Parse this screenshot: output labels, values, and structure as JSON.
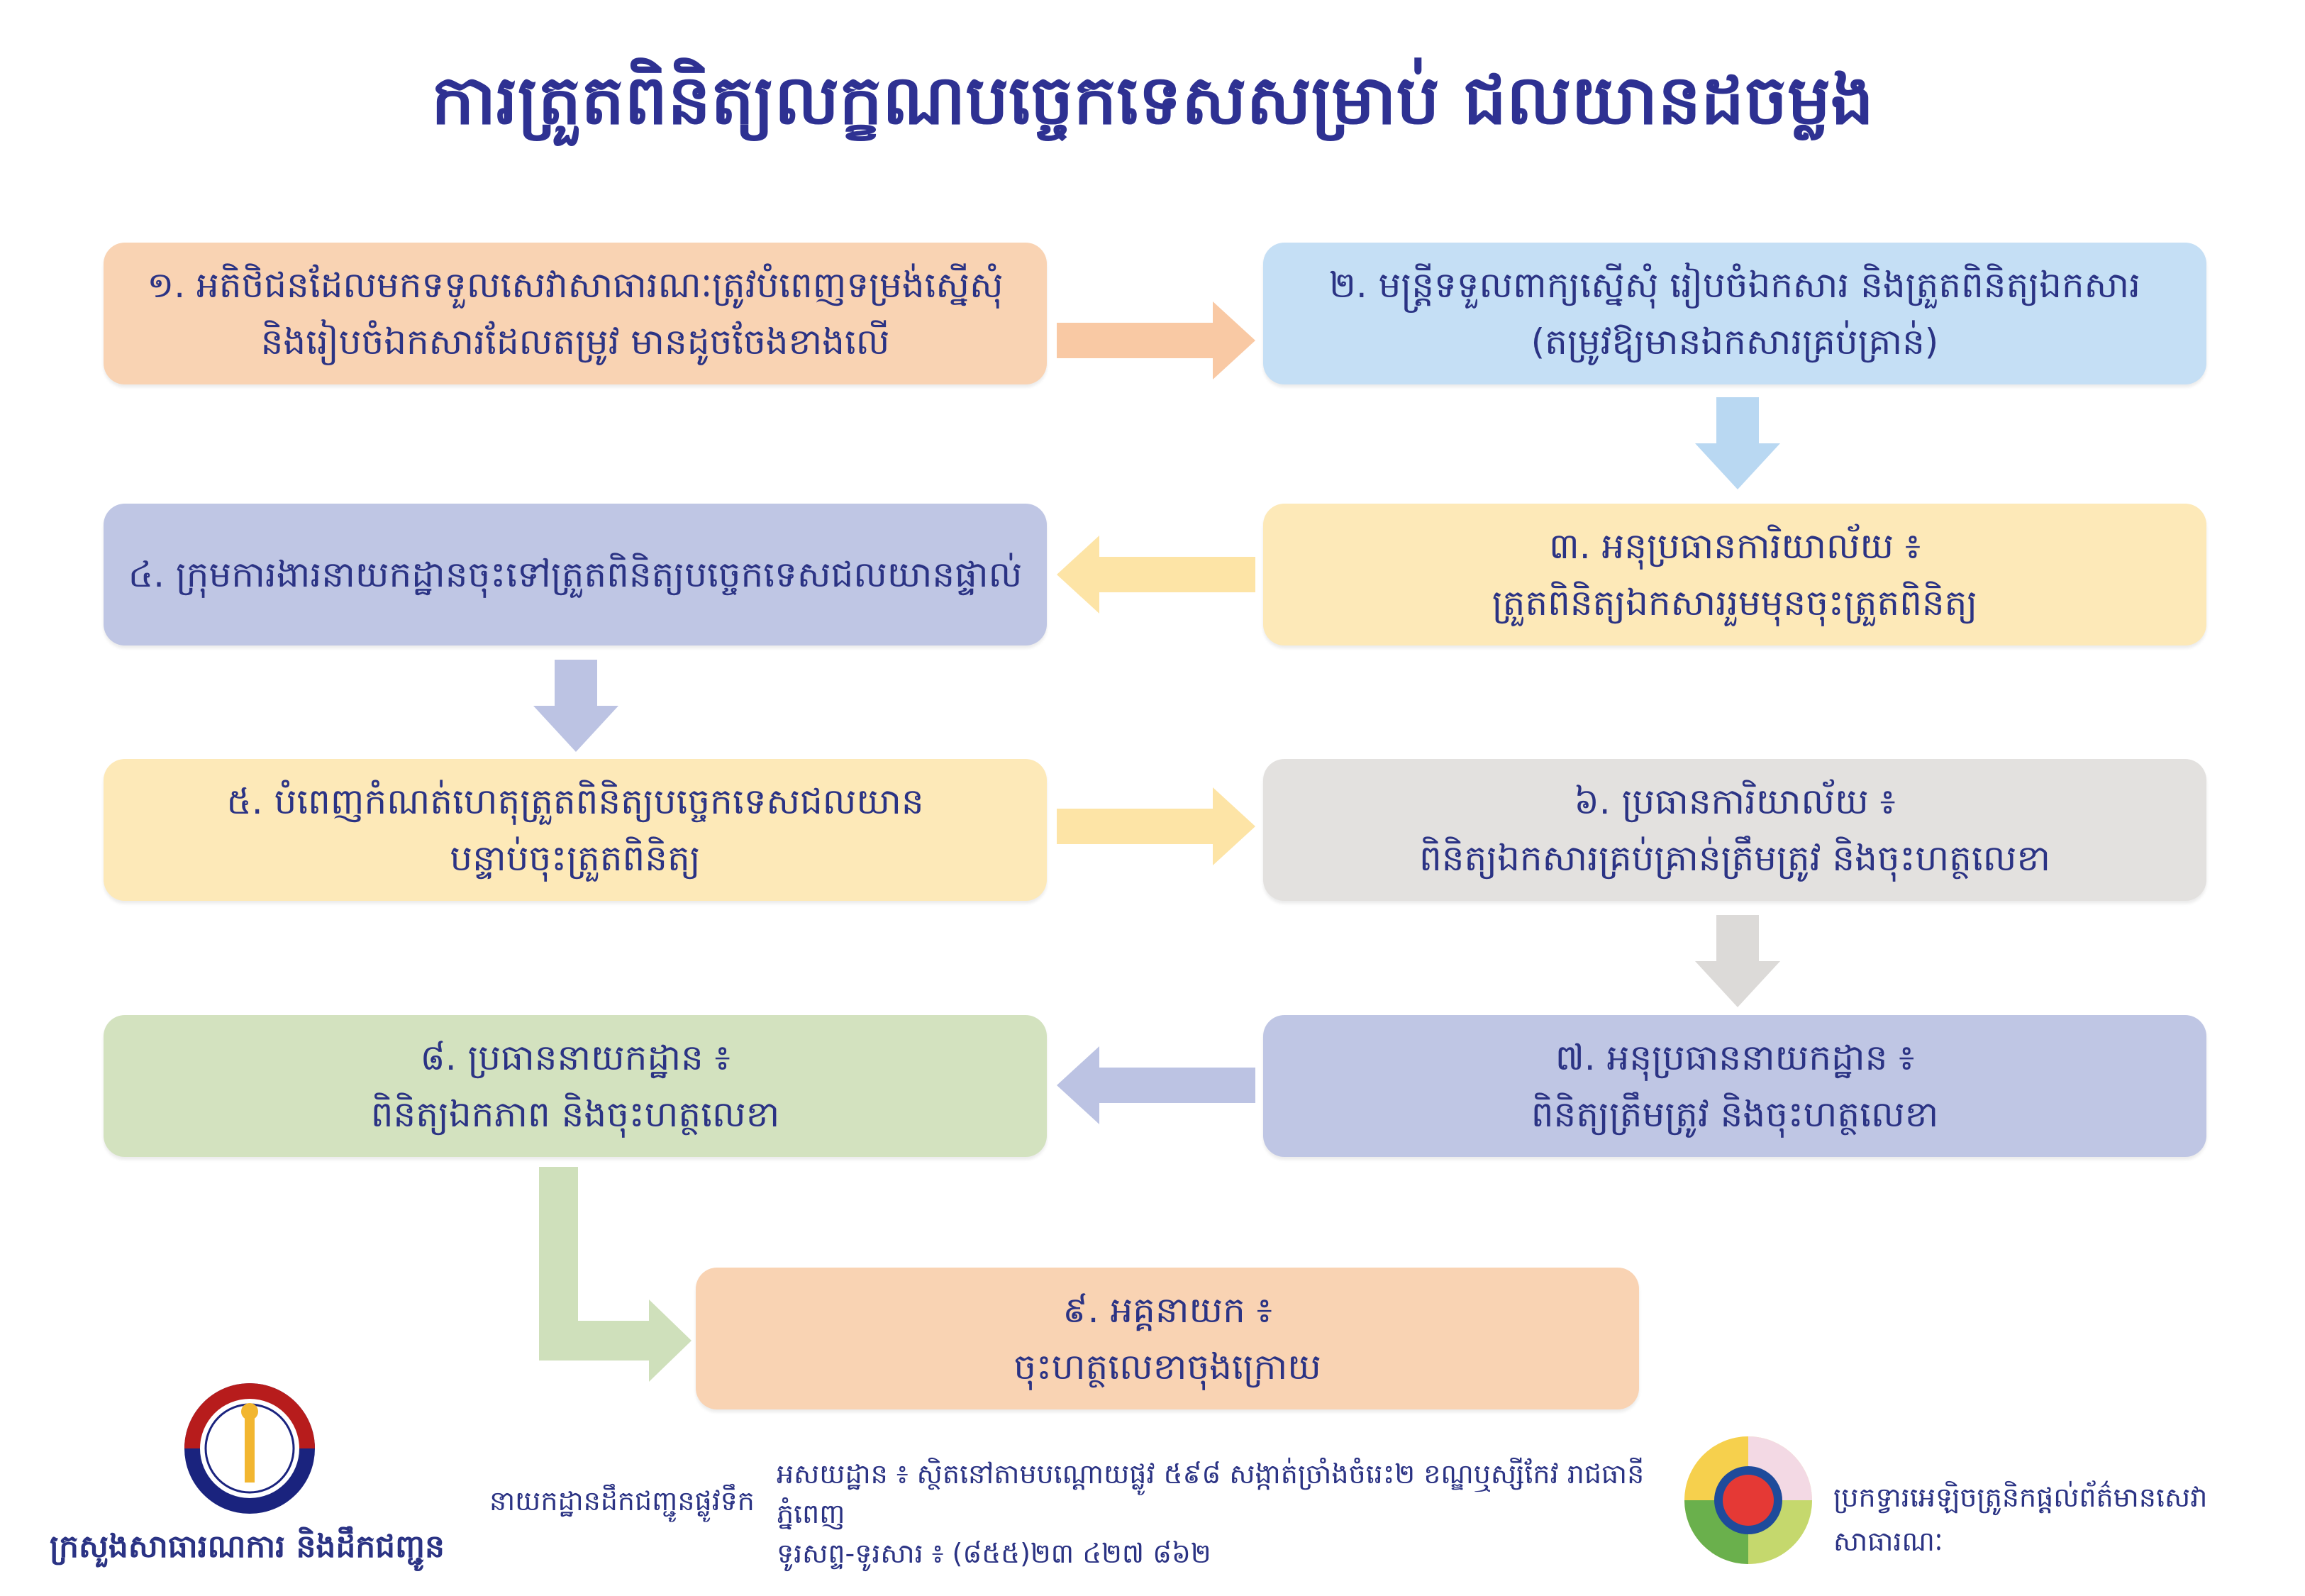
{
  "title": "ការត្រួតពិនិត្យលក្ខណបច្ចេកទេសសម្រាប់ ជលយានដចម្លង",
  "steps": [
    {
      "line1": "១. អតិថិជនដែលមកទទួលសេវាសាធារណៈត្រូវបំពេញទម្រង់ស្នើសុំ",
      "line2": "និងរៀបចំឯកសារដែលតម្រូវ មានដូចចែងខាងលើ",
      "color": "#f9d3b3"
    },
    {
      "line1": "២. មន្ត្រីទទួលពាក្យស្នើសុំ រៀបចំឯកសារ និងត្រួតពិនិត្យឯកសារ",
      "line2": "(តម្រូវឱ្យមានឯកសារគ្រប់គ្រាន់)",
      "color": "#c5dff5"
    },
    {
      "line1": "៣. អនុប្រធានការិយាល័យ ៖",
      "line2": "ត្រួតពិនិត្យឯកសាររួមមុនចុះត្រួតពិនិត្យ",
      "color": "#fde9b8"
    },
    {
      "line1": "៤. ក្រុមការងារនាយកដ្ឋានចុះទៅត្រួតពិនិត្យបច្ចេកទេសជលយានផ្ទាល់",
      "color": "#bfc6e4"
    },
    {
      "line1": "៥. បំពេញកំណត់ហេតុត្រួតពិនិត្យបច្ចេកទេសជលយាន",
      "line2": "បន្ទាប់ចុះត្រួតពិនិត្យ",
      "color": "#fde9b8"
    },
    {
      "line1": "៦. ប្រធានការិយាល័យ ៖",
      "line2": "ពិនិត្យឯកសារគ្រប់គ្រាន់ត្រឹមត្រូវ និងចុះហត្ថលេខា",
      "color": "#e3e1df"
    },
    {
      "line1": "៧. អនុប្រធាននាយកដ្ឋាន ៖",
      "line2": "ពិនិត្យត្រឹមត្រូវ និងចុះហត្ថលេខា",
      "color": "#bfc6e4"
    },
    {
      "line1": "៨. ប្រធាននាយកដ្ឋាន ៖",
      "line2": "ពិនិត្យឯកភាព និងចុះហត្ថលេខា",
      "color": "#d3e2bf"
    },
    {
      "line1": "៩. អគ្គនាយក ៖",
      "line2": "ចុះហត្ថលេខាចុងក្រោយ",
      "color": "#f9d3b3"
    }
  ],
  "footer": {
    "ministry": "ក្រសួងសាធារណការ និងដឹកជញ្ជូន",
    "department": "នាយកដ្ឋានដឹកជញ្ជូនផ្លូវទឹក",
    "address": "អសយដ្ឋាន ៖ ស្ថិតនៅតាមបណ្តោយផ្លូវ ៥៩៨ សង្កាត់ច្រាំងចំរេះ២ ខណ្ឌឬស្សីកែវ រាជធានីភ្នំពេញ",
    "phone": "ទូរសព្ទ-ទូរសារ ៖ (៨៥៥)២៣ ៤២៧ ៨៦២",
    "portal": "ប្រកទ្វារអេឡិចត្រូនិកផ្ដល់ព័ត៌មានសេវាសាធារណៈ"
  },
  "colors": {
    "text": "#2b3384",
    "title": "#2e3192"
  }
}
